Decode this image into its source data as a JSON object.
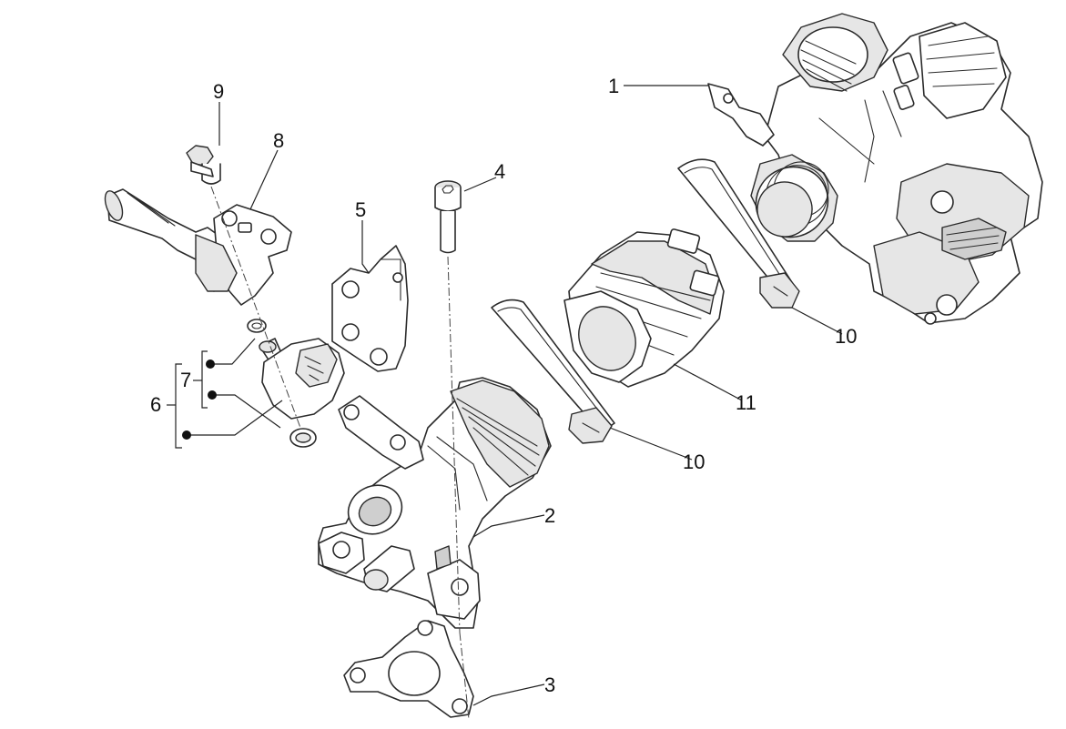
{
  "callouts": {
    "c1": "1",
    "c2": "2",
    "c3": "3",
    "c4": "4",
    "c5": "5",
    "c6": "6",
    "c7": "7",
    "c8": "8",
    "c9": "9",
    "c10a": "10",
    "c10b": "10",
    "c11": "11"
  }
}
